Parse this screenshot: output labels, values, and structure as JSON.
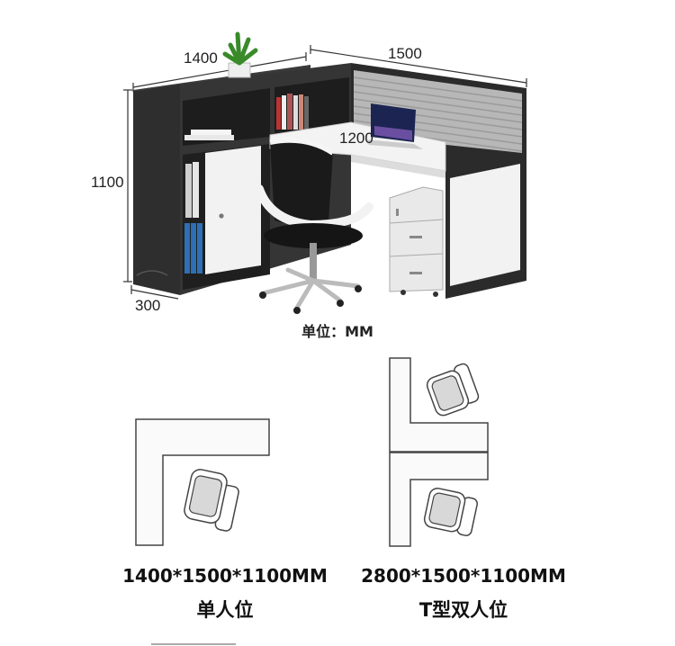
{
  "dimensions": {
    "left_width": "1400",
    "right_width": "1500",
    "inner_width": "1200",
    "height": "1100",
    "depth": "300"
  },
  "unit_label": "单位：MM",
  "layouts": [
    {
      "size": "1400*1500*1100MM",
      "name": "单人位"
    },
    {
      "size": "2800*1500*1100MM",
      "name": "T型双人位"
    }
  ],
  "colors": {
    "cabinet_dark": "#2e2e2e",
    "panel_white": "#f2f2f2",
    "screen_grey": "#9a9a9a",
    "book_blue": "#2f6fb5"
  }
}
